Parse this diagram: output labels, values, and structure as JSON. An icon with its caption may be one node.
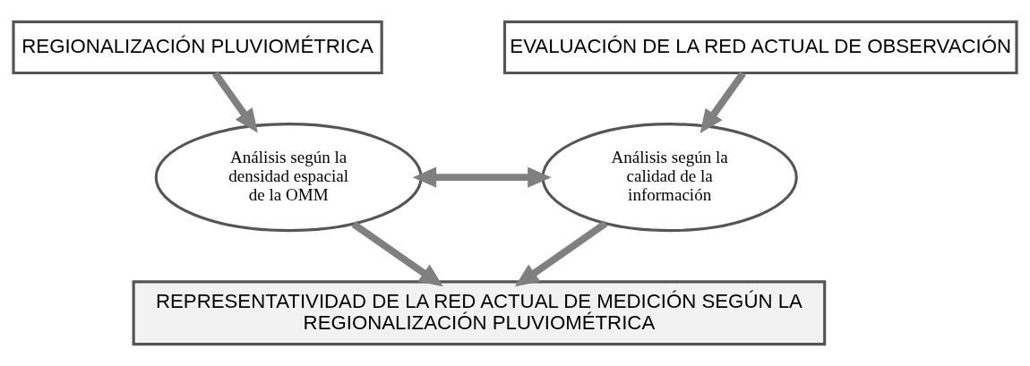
{
  "diagram": {
    "nodes": [
      {
        "text": [
          "REGIONALIZACIÓN PLUVIOMÉTRICA"
        ]
      },
      {
        "text": [
          "EVALUACIÓN DE LA RED ACTUAL DE OBSERVACIÓN"
        ]
      },
      {
        "text": [
          "Análisis según la densidad espacial de la OMM"
        ]
      },
      {
        "text": [
          "Análisis según la calidad de la información"
        ]
      },
      {
        "text": [
          "REPRESENTATIVIDAD DE LA RED ACTUAL DE MEDICIÓN SEGÚN LA REGIONALIZACIÓN PLUVIOMÉTRICA"
        ]
      }
    ],
    "edges": [
      {
        "from": 0,
        "to": 2,
        "arrow": "to"
      },
      {
        "from": 1,
        "to": 3,
        "arrow": "to"
      },
      {
        "from": 2,
        "to": 3,
        "arrow": "both"
      },
      {
        "from": 2,
        "to": 4,
        "arrow": "to"
      },
      {
        "from": 3,
        "to": 4,
        "arrow": "to"
      }
    ]
  }
}
